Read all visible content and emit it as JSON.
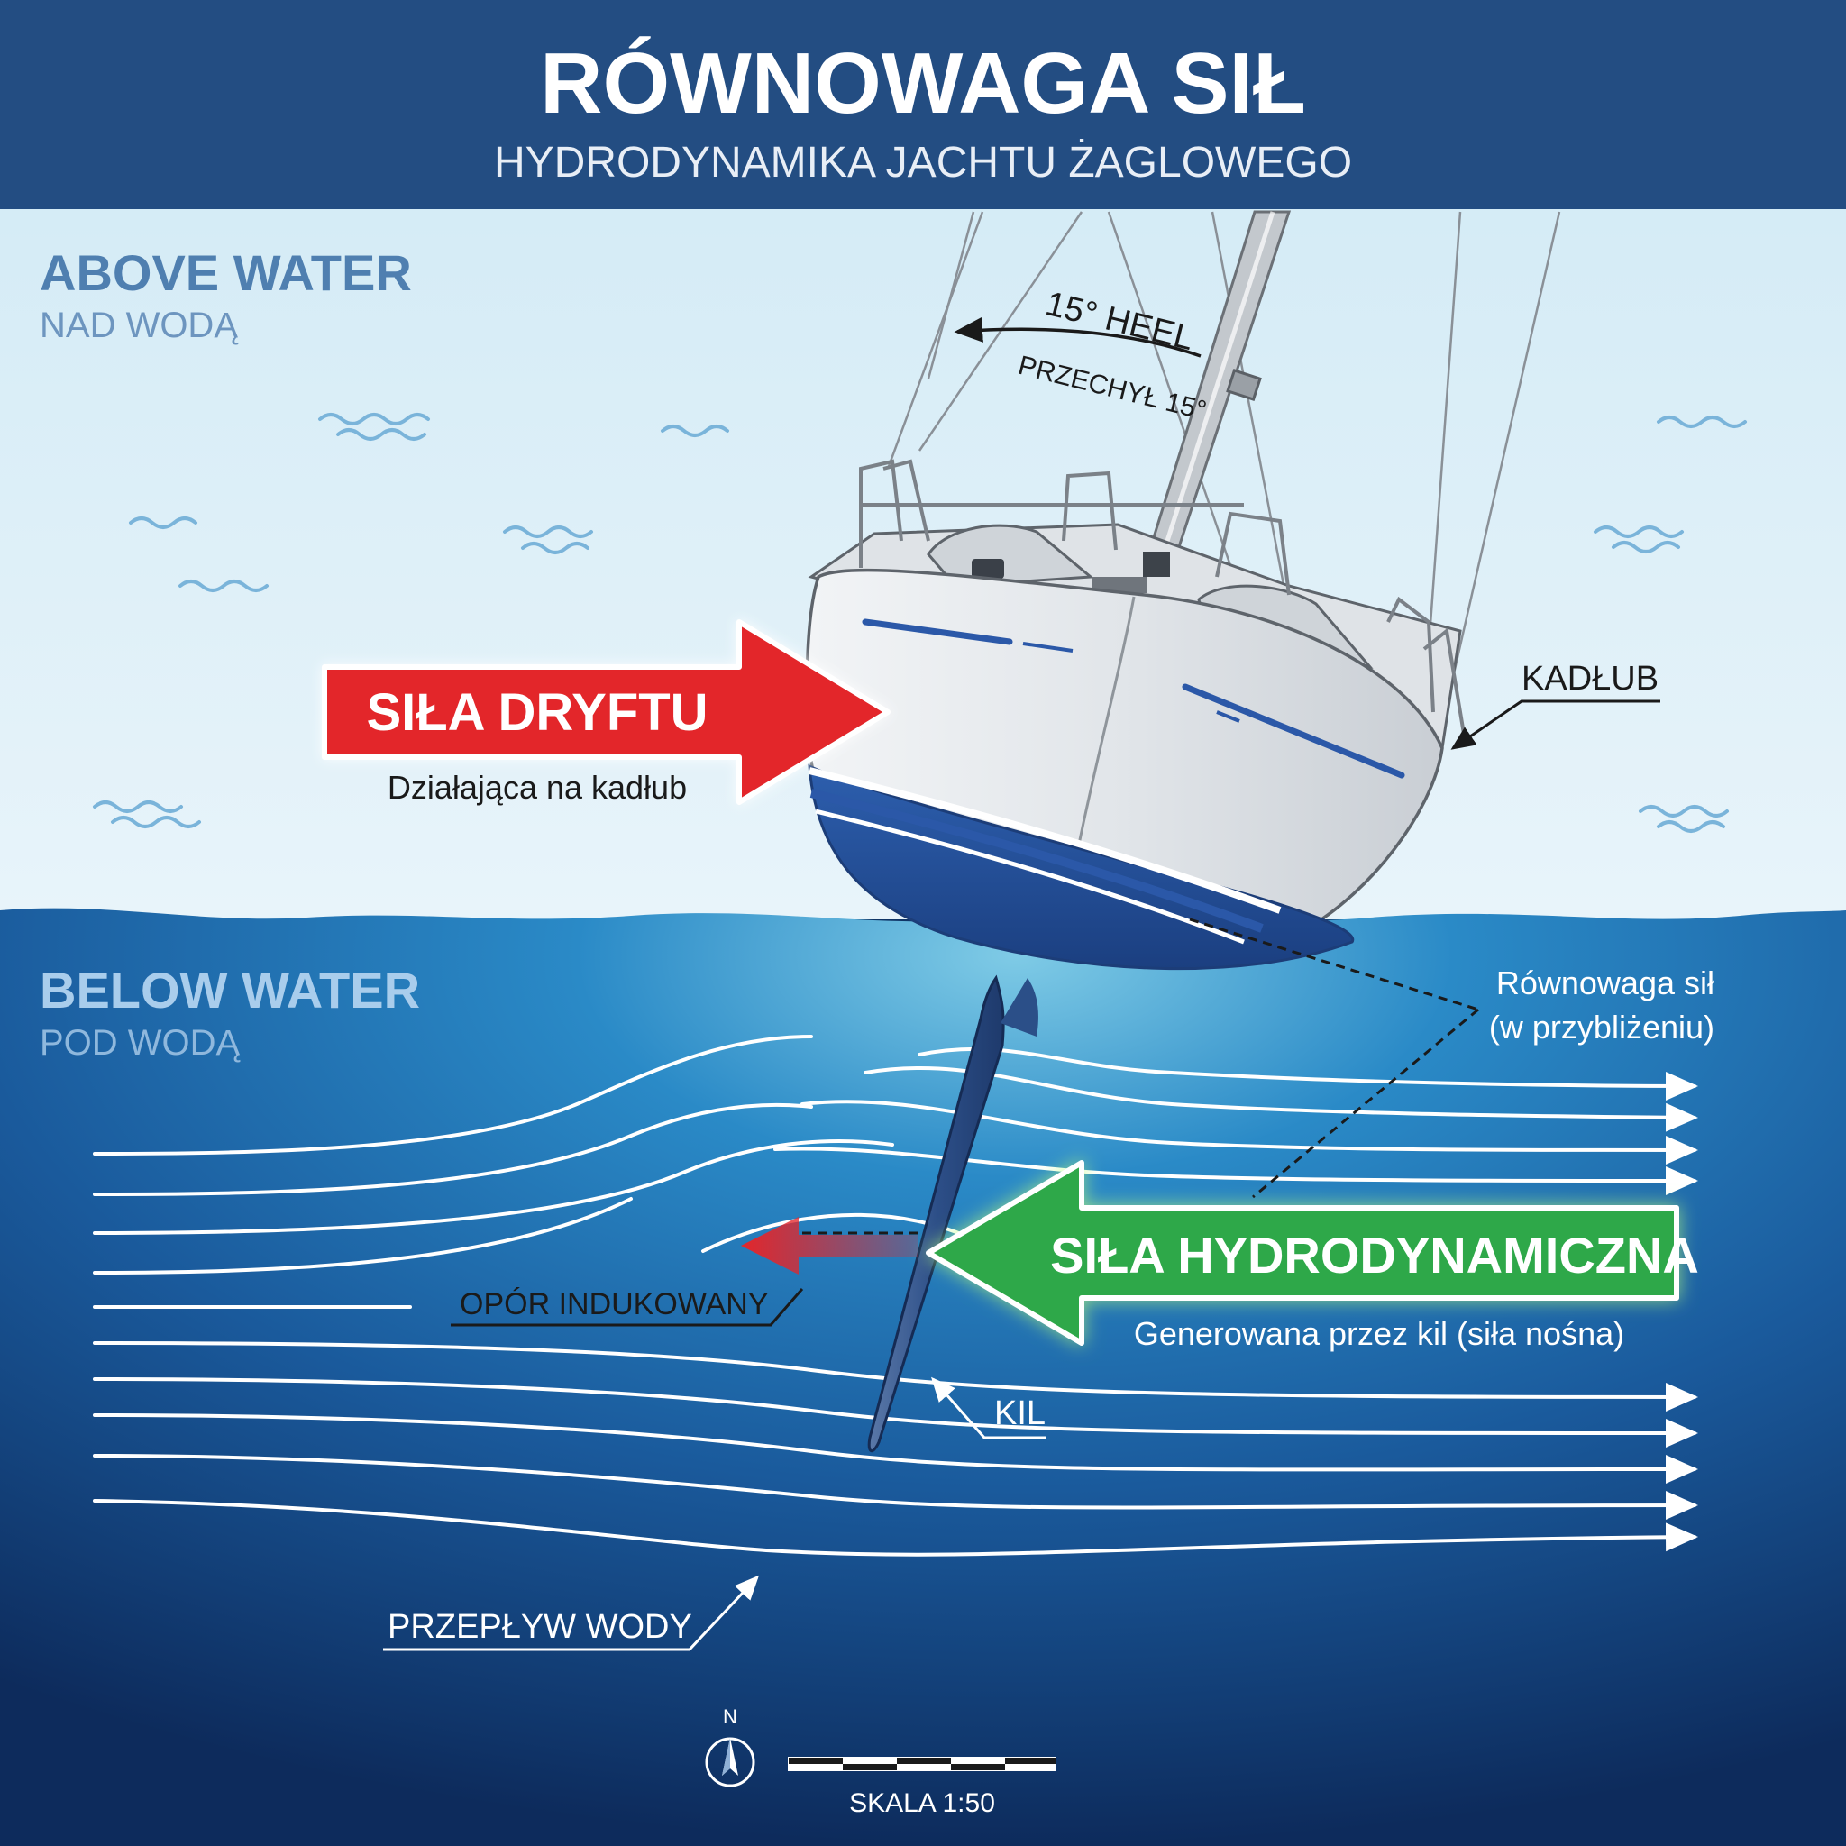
{
  "header": {
    "title": "RÓWNOWAGA SIŁ",
    "subtitle": "HYDRODYNAMIKA JACHTU ŻAGLOWEGO"
  },
  "zones": {
    "above_title": "ABOVE WATER",
    "above_subtitle": "NAD WODĄ",
    "below_title": "BELOW WATER",
    "below_subtitle": "POD WODĄ"
  },
  "heel": {
    "label": "15° HEEL",
    "sublabel": "PRZECHYŁ 15°"
  },
  "labels": {
    "hull": "KADŁUB",
    "keel": "KIL",
    "water_flow": "PRZEPŁYW WODY",
    "induced_drag": "OPÓR INDUKOWANY",
    "balance_line1": "Równowaga sił",
    "balance_line2": "(w przybliżeniu)"
  },
  "forces": {
    "drift_title": "SIŁA DRYFTU",
    "drift_subtitle": "Działająca na kadłub",
    "hydro_title": "SIŁA HYDRODYNAMICZNA",
    "hydro_subtitle": "Generowana przez kil (siła nośna)"
  },
  "compass": {
    "north": "N"
  },
  "scale": {
    "label": "SKALA 1:50"
  },
  "colors": {
    "header_bg": "#234d82",
    "sky_top": "#cfe9f5",
    "sky_bottom": "#e6f3f9",
    "water_top": "#1b78b8",
    "water_bottom": "#0e2f63",
    "drift_arrow": "#e3262b",
    "hydro_arrow": "#2fa84a",
    "hull_stripe": "#2b58a8"
  }
}
